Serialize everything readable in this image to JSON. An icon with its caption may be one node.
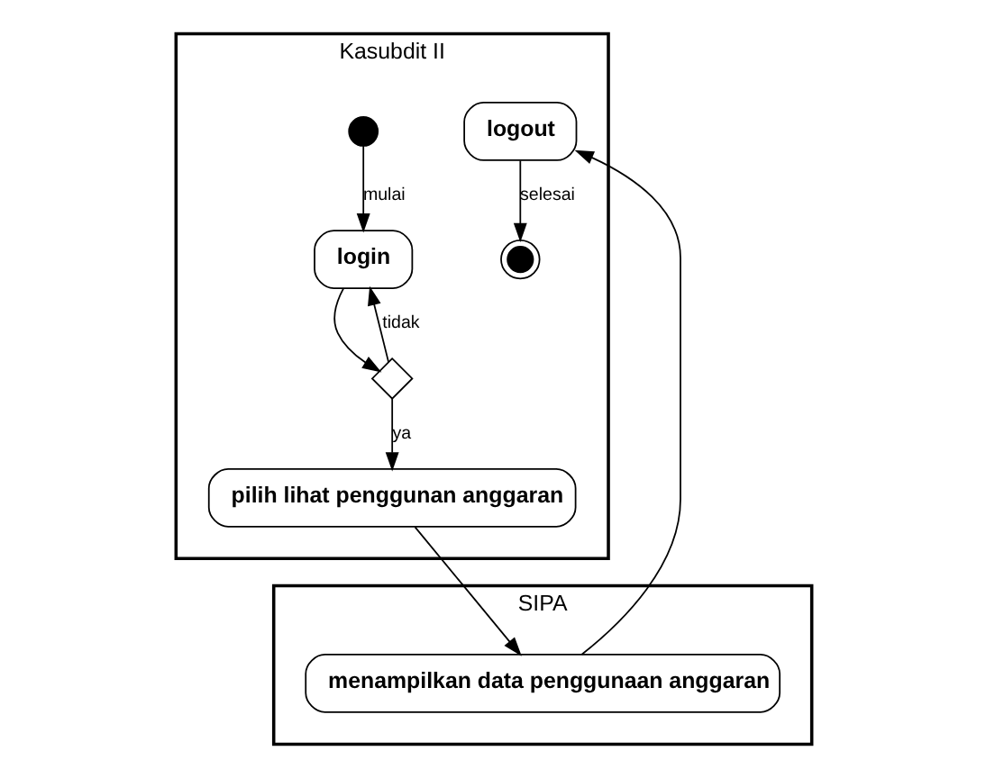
{
  "diagram": {
    "nodes": [
      {
        "text": [
          "Kasubdit II"
        ]
      },
      {
        "text": [
          "SIPA"
        ]
      },
      {
        "text": [],
        "shape": "circle",
        "in": 0
      },
      {
        "text": [
          "login"
        ],
        "in": 0
      },
      {
        "text": [],
        "shape": "diamond",
        "in": 0
      },
      {
        "text": [
          "pilih lihat penggunan anggaran"
        ],
        "in": 0
      },
      {
        "text": [
          "menampilkan data penggunaan anggaran"
        ],
        "in": 1
      },
      {
        "text": [
          "logout"
        ],
        "in": 0
      },
      {
        "text": [],
        "shape": "bullseye",
        "in": 0
      }
    ],
    "edges": [
      {
        "from": 2,
        "to": 3,
        "arrow": "to",
        "label": "mulai"
      },
      {
        "from": 3,
        "to": 4,
        "arrow": "to"
      },
      {
        "from": 4,
        "to": 3,
        "arrow": "to",
        "label": "tidak"
      },
      {
        "from": 4,
        "to": 5,
        "arrow": "to",
        "label": "ya"
      },
      {
        "from": 5,
        "to": 6,
        "arrow": "to"
      },
      {
        "from": 6,
        "to": 7,
        "arrow": "to"
      },
      {
        "from": 7,
        "to": 8,
        "arrow": "to",
        "label": "selesai"
      }
    ]
  }
}
